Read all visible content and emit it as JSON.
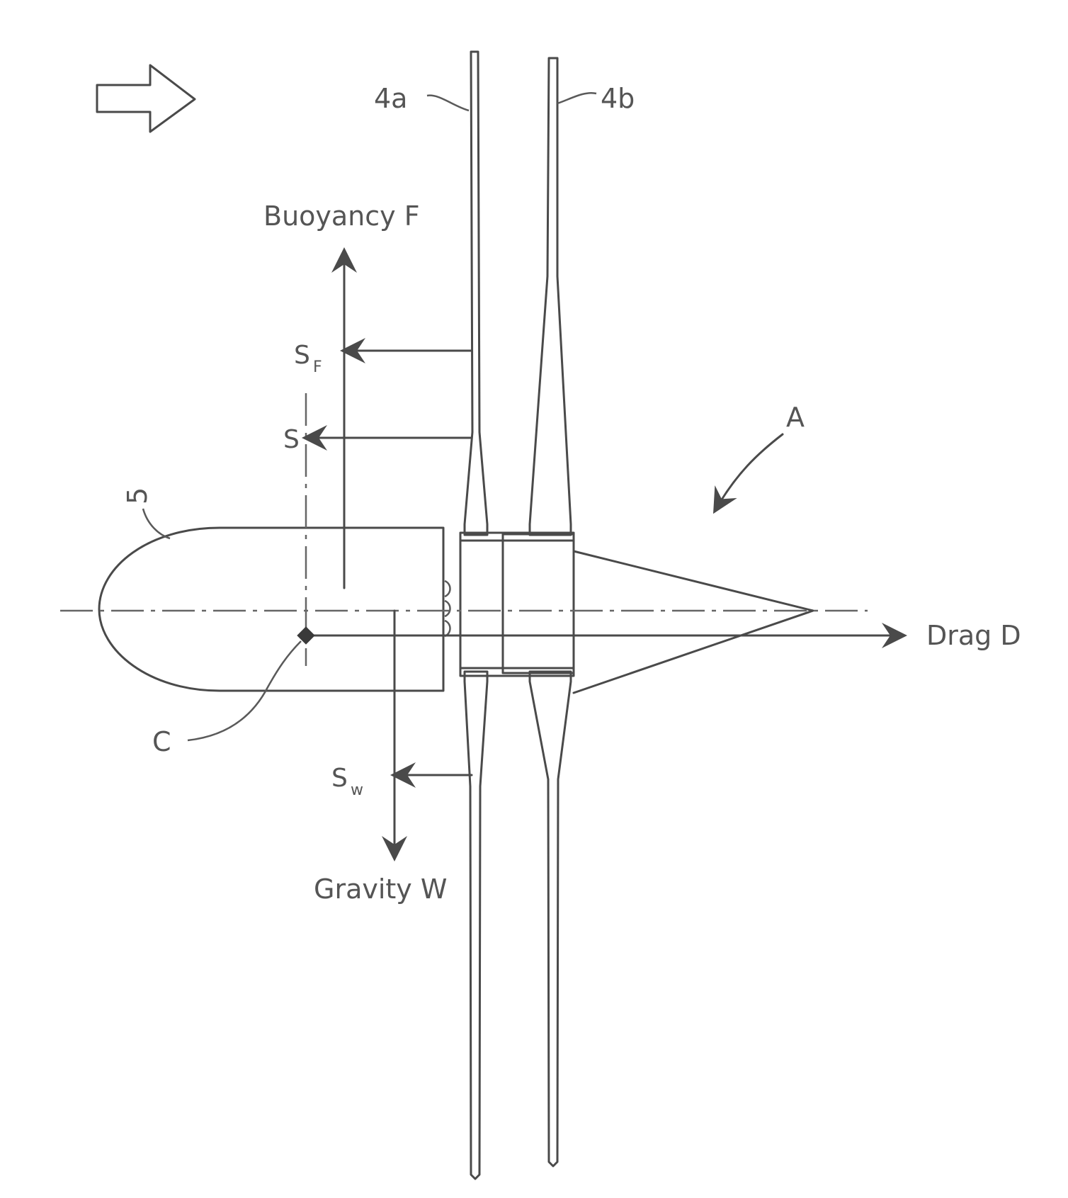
{
  "figure": {
    "labels": {
      "blade_a": "4a",
      "blade_b": "4b",
      "buoyancy": "Buoyancy F",
      "gravity": "Gravity W",
      "drag": "Drag D",
      "view_arrow": "A",
      "center": "C",
      "body": "5",
      "s": "S",
      "s_f": "S",
      "s_f_sub": "F",
      "s_w": "S",
      "s_w_sub": "w"
    },
    "icons": {
      "flow_direction": "hollow-right-arrow-icon"
    },
    "colors": {
      "line": "#4a4a4a",
      "text": "#555555",
      "background": "#ffffff"
    }
  }
}
